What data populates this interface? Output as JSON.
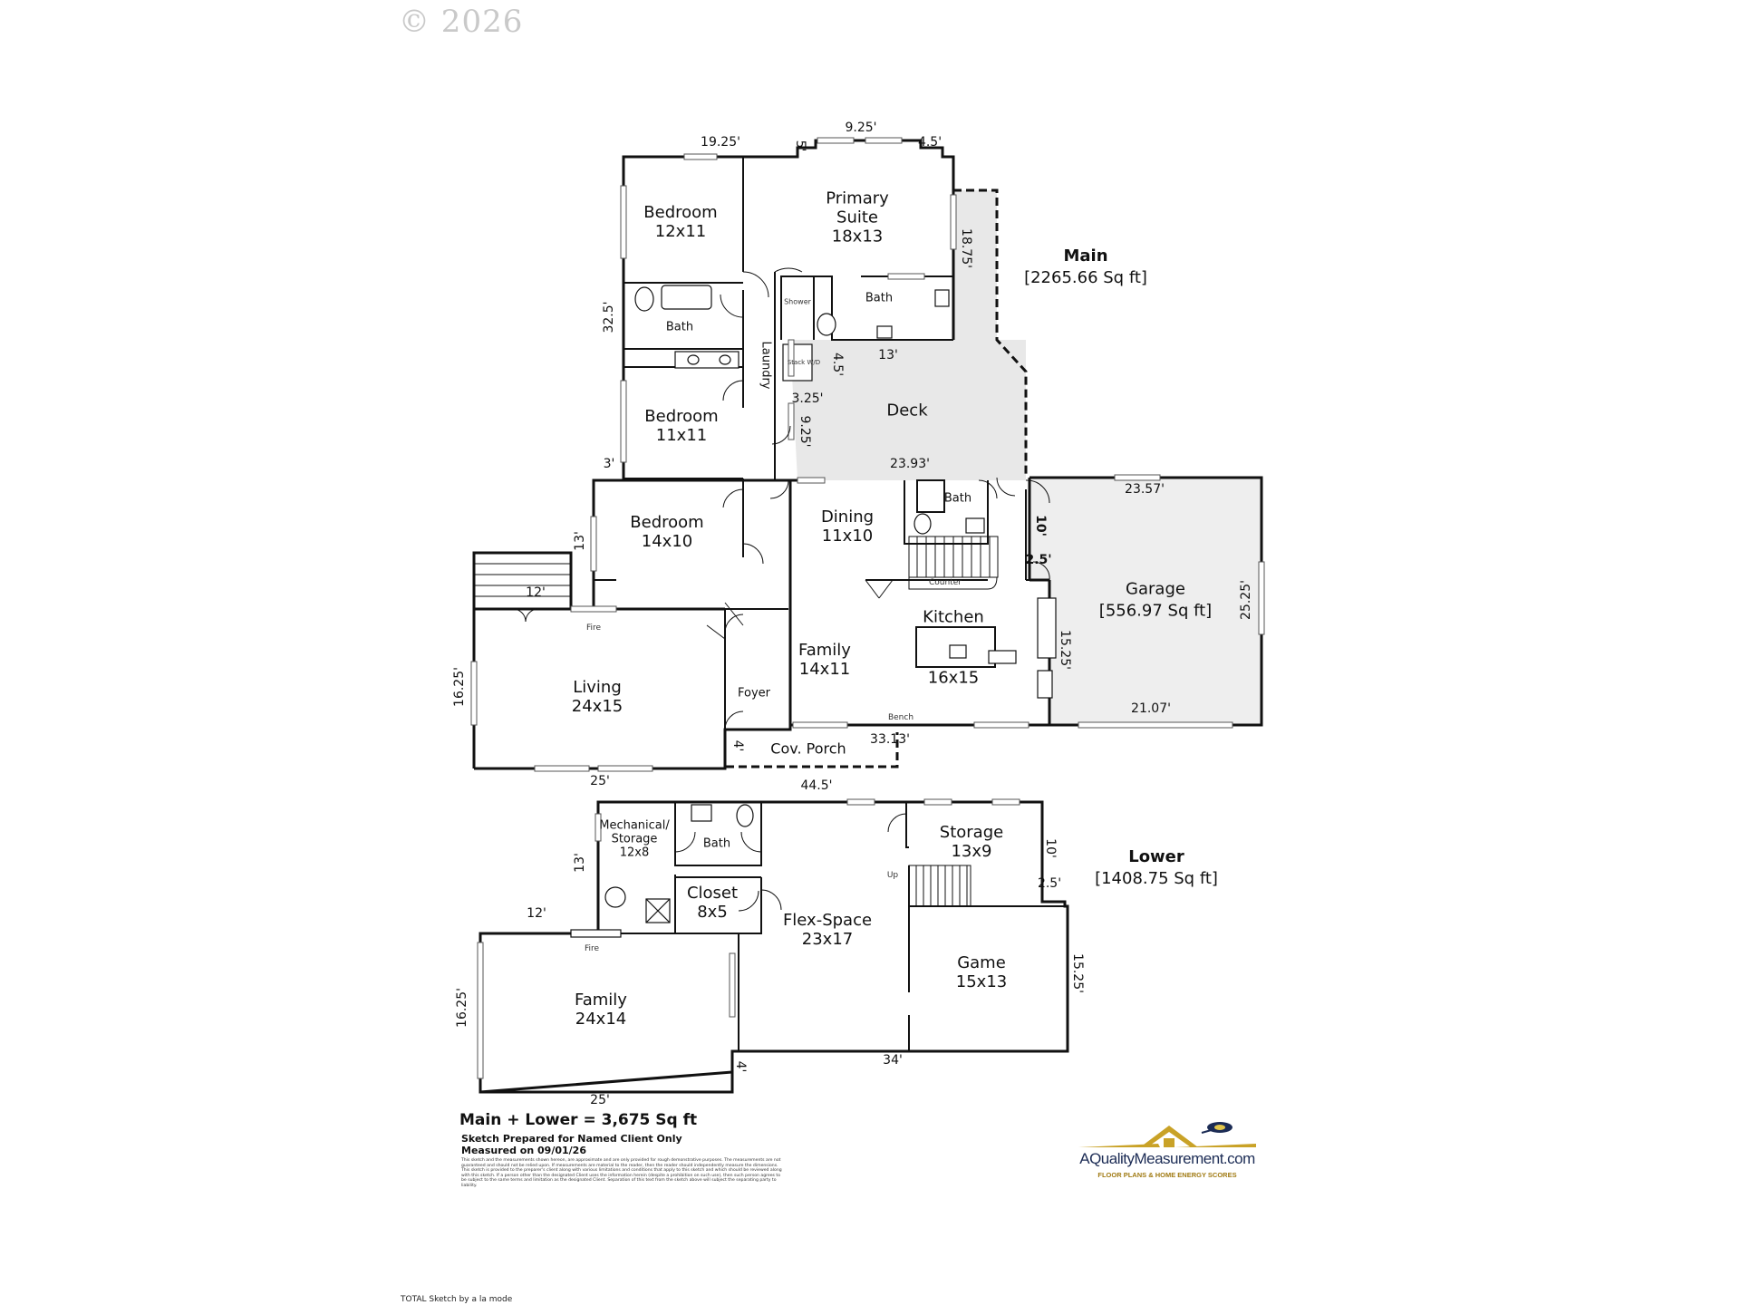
{
  "copyright": "© 2026",
  "main": {
    "title": "Main",
    "area": "[2265.66 Sq ft]"
  },
  "lower": {
    "title": "Lower",
    "area": "[1408.75 Sq ft]"
  },
  "garage_area": "[556.97 Sq ft]",
  "rooms_main": {
    "bedroom1": [
      "Bedroom",
      "12x11"
    ],
    "primary": [
      "Primary",
      "Suite",
      "18x13"
    ],
    "bath_hall": "Bath",
    "bath_primary": "Bath",
    "shower": "Shower",
    "stack_wd": "Stack W/D",
    "laundry": "Laundry",
    "bedroom2": [
      "Bedroom",
      "11x11"
    ],
    "deck": "Deck",
    "bedroom3": [
      "Bedroom",
      "14x10"
    ],
    "dining": [
      "Dining",
      "11x10"
    ],
    "bath_half": "Bath",
    "counter": "Counter",
    "kitchen": [
      "Kitchen",
      "16x15"
    ],
    "family": [
      "Family",
      "14x11"
    ],
    "living": [
      "Living",
      "24x15"
    ],
    "foyer": "Foyer",
    "porch": "Cov. Porch",
    "bench": "Bench",
    "fire": "Fire",
    "garage": "Garage"
  },
  "rooms_lower": {
    "mech": [
      "Mechanical/",
      "Storage",
      "12x8"
    ],
    "bath": "Bath",
    "closet": [
      "Closet",
      "8x5"
    ],
    "storage": [
      "Storage",
      "13x9"
    ],
    "up": "Up",
    "flex": [
      "Flex-Space",
      "23x17"
    ],
    "game": [
      "Game",
      "15x13"
    ],
    "family": [
      "Family",
      "24x14"
    ],
    "fire": "Fire"
  },
  "dims_main": {
    "top_left": "19.25'",
    "top_5": "5'",
    "top_mid": "9.25'",
    "top_right": "4.5'",
    "right_18": "18.75'",
    "left_325": "32.5'",
    "w45": "4.5'",
    "w13": "13'",
    "w325": "3.25'",
    "w925": "9.25'",
    "w2393": "23.93'",
    "w3": "3'",
    "w13b": "13'",
    "w12": "12'",
    "w1625": "16.25'",
    "w25": "25'",
    "w4": "4'",
    "w3313": "33.13'",
    "g2357": "23.57'",
    "g10": "10'",
    "g25": "2.5'",
    "g2525": "25.25'",
    "g1525": "15.25'",
    "g2107": "21.07'"
  },
  "dims_lower": {
    "w445": "44.5'",
    "w13": "13'",
    "w12": "12'",
    "w10": "10'",
    "w25": "2.5'",
    "w1525": "15.25'",
    "w1625": "16.25'",
    "w25b": "25'",
    "w4": "4'",
    "w34": "34'"
  },
  "totals": {
    "sum": "Main + Lower = 3,675 Sq ft",
    "prep1": "Sketch Prepared for Named Client Only",
    "prep2": "Measured on 09/01/26",
    "disclaimer": "This sketch and the measurements shown hereon, are approximate and are only provided for rough demonstrative purposes. The measurements are not guaranteed and should not be relied upon. If measurements are material to the reader, then the reader should independently measure the dimensions. This sketch is provided to the preparer's client along with various limitations and conditions that apply to this sketch and which should be reviewed along with this sketch. If a person other than the designated Client uses the information herein (despite a prohibition on such use), then such person agrees to be subject to the same terms and limitation as the designated Client. Separation of this text from the sketch above will subject the separating party to liability."
  },
  "logo": {
    "brand": "AQualityMeasurement.com",
    "sub": "FLOOR PLANS & HOME ENERGY SCORES"
  },
  "footer": "TOTAL Sketch by a la mode",
  "colors": {
    "wall": "#111111",
    "deck": "#e8e8e8",
    "garage": "#eeeeee",
    "logo_gold": "#c9a227",
    "logo_navy": "#1c2c55"
  }
}
